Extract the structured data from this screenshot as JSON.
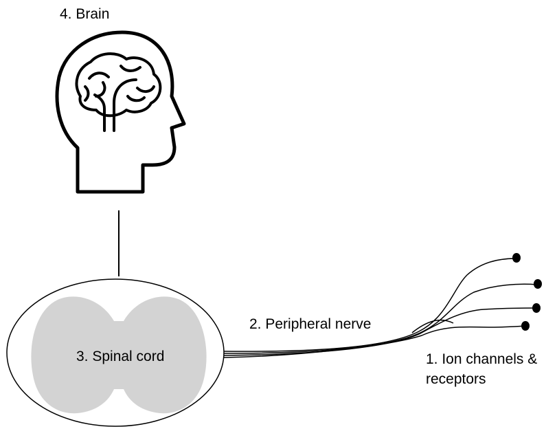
{
  "labels": {
    "brain": "4. Brain",
    "spinal_cord": "3. Spinal cord",
    "peripheral_nerve": "2. Peripheral nerve",
    "receptors_line1": "1. Ion channels &",
    "receptors_line2": "receptors"
  },
  "icons": {
    "head": "head-with-brain-icon"
  },
  "colors": {
    "stroke": "#000000",
    "spinal_gray_matter": "#d3d3d3",
    "background": "#ffffff"
  }
}
